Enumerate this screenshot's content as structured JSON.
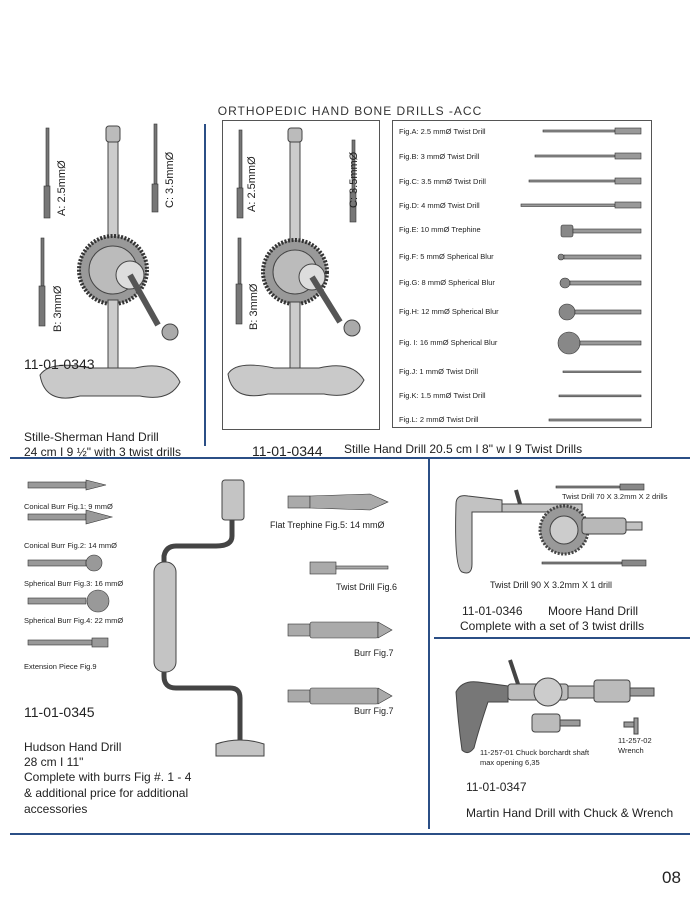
{
  "page_title": "ORTHOPEDIC HAND BONE DRILLS -ACC",
  "page_number": "08",
  "accent_color": "#2b4f86",
  "p0343": {
    "code": "11-01-0343",
    "name": "Stille-Sherman Hand Drill",
    "desc": "24 cm I 9 ½\" with 3 twist drills",
    "label_a": "A: 2.5mmØ",
    "label_b": "B: 3mmØ",
    "label_c": "C: 3.5mmØ"
  },
  "p0344": {
    "code": "11-01-0344",
    "desc": "Stille Hand Drill 20.5 cm I 8\" w I 9 Twist Drills",
    "label_a": "A: 2.5mmØ",
    "label_b": "B: 3mmØ",
    "label_c": "C: 3.5mmØ",
    "figs": [
      "Fig.A:  2.5 mmØ  Twist Drill",
      "Fig.B:  3 mmØ  Twist Drill",
      "Fig.C:  3.5 mmØ  Twist Drill",
      "Fig.D:  4 mmØ  Twist Drill",
      "Fig.E:  10 mmØ  Trephine",
      "Fig.F:  5 mmØ  Spherical Blur",
      "Fig.G:  8 mmØ  Spherical Blur",
      "Fig.H:  12 mmØ  Spherical Blur",
      "Fig. I:  16 mmØ  Spherical Blur",
      "Fig.J:  1 mmØ  Twist Drill",
      "Fig.K:  1.5 mmØ  Twist Drill",
      "Fig.L:  2 mmØ  Twist Drill"
    ]
  },
  "p0345": {
    "code": "11-01-0345",
    "name": "Hudson Hand Drill",
    "size": "28 cm I 11\"",
    "desc1": "Complete with burrs Fig #. 1 - 4",
    "desc2": "& additional price for additional",
    "desc3": "accessories",
    "burrs": [
      "Conical Burr  Fig.1:  9 mmØ",
      "Conical Burr  Fig.2:  14 mmØ",
      "Spherical Burr  Fig.3:  16 mmØ",
      "Spherical Burr  Fig.4:  22 mmØ",
      "Extension Piece Fig.9"
    ],
    "right": [
      "Flat Trephine Fig.5:  14 mmØ",
      "Twist Drill Fig.6",
      "Burr Fig.7",
      "Burr Fig.7"
    ]
  },
  "p0346": {
    "code": "11-01-0346",
    "name": "Moore Hand Drill",
    "desc": "Complete with a set of 3 twist drills",
    "label1": "Twist Drill 70 X 3.2mm X 2 drills",
    "label2": "Twist Drill 90 X 3.2mm X 1 drill"
  },
  "p0347": {
    "code": "11-01-0347",
    "desc": "Martin Hand Drill with Chuck & Wrench",
    "chuck1": "11-257-01 Chuck borchardt shaft",
    "chuck2": "max opening 6,35",
    "wrench1": "11-257-02",
    "wrench2": "Wrench"
  }
}
